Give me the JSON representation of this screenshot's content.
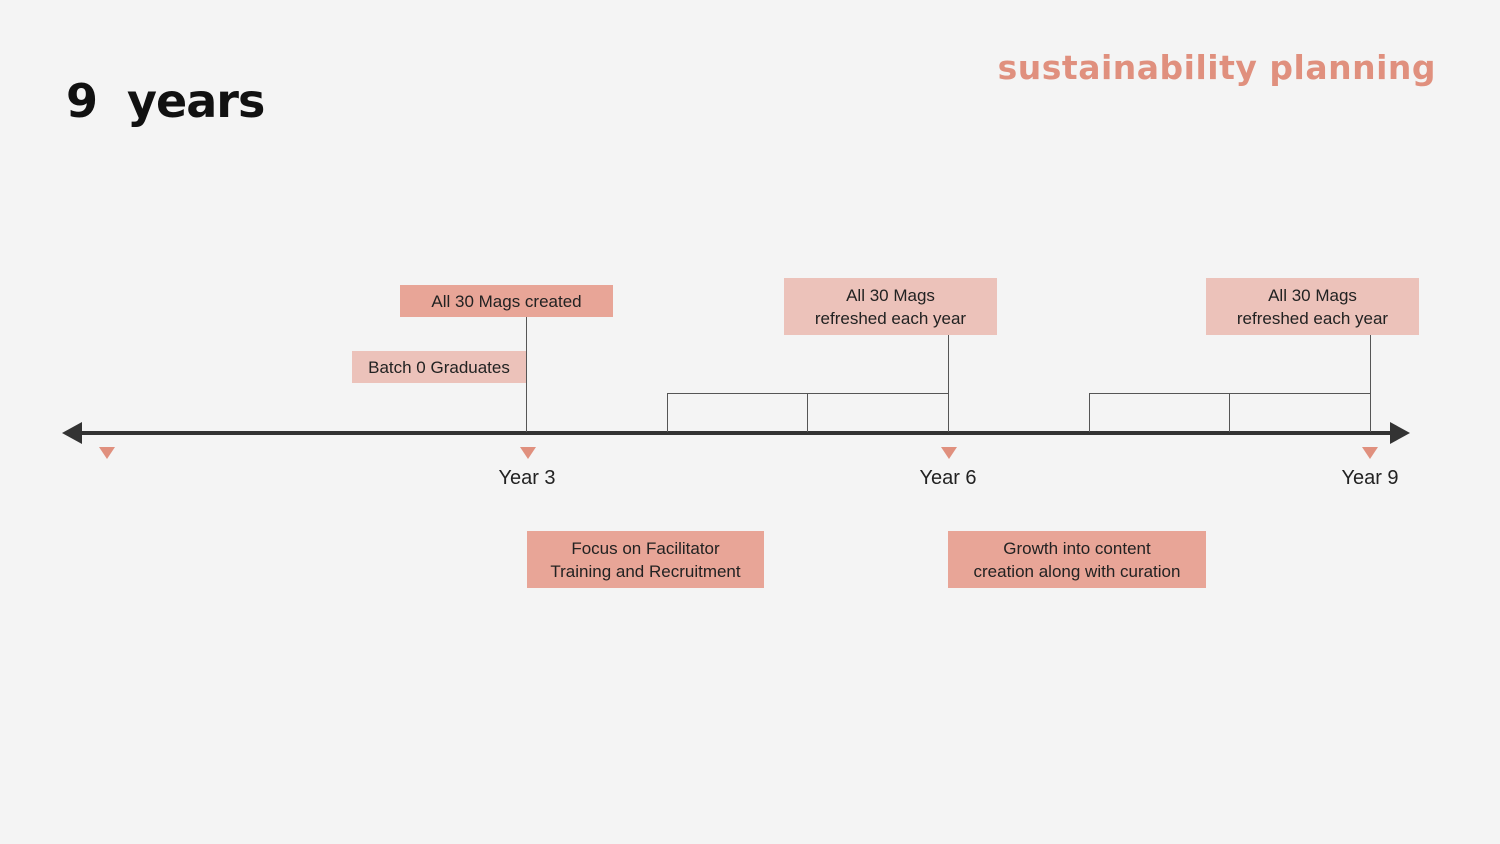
{
  "header": {
    "title": "9  years",
    "subtitle": "sustainability planning"
  },
  "timeline": {
    "year_labels": [
      "Year 3",
      "Year 6",
      "Year 9"
    ]
  },
  "milestones": {
    "all_mags_created": "All 30 Mags created",
    "batch_graduates": "Batch 0 Graduates",
    "refresh_1": "All 30 Mags\nrefreshed each year",
    "refresh_2": "All 30 Mags\nrefreshed each year"
  },
  "phases": {
    "focus_facilitator": "Focus on Facilitator\nTraining and Recruitment",
    "growth_content": "Growth into content\ncreation along with curation"
  },
  "colors": {
    "accent": "#e0907e",
    "box_dark": "#e8a597",
    "box_light": "#ecc2ba",
    "axis": "#333333"
  }
}
